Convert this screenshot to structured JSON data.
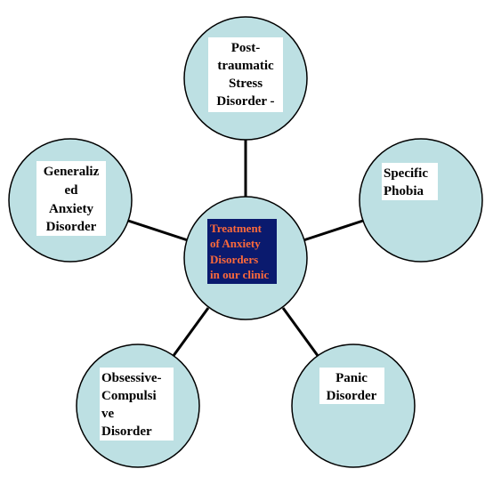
{
  "colors": {
    "node_fill": "#bde0e3",
    "node_stroke": "#000000",
    "line": "#000000",
    "label_bg": "#ffffff",
    "center_label_bg": "#0a1a6e",
    "center_label_text": "#ff6a3a"
  },
  "center": {
    "lines": [
      "Treatment",
      "of Anxiety",
      "Disorders",
      "in our clinic"
    ]
  },
  "nodes": {
    "ptsd": {
      "lines": [
        "Post-",
        "traumatic",
        "Stress",
        "Disorder -"
      ]
    },
    "phobia": {
      "lines": [
        "Specific",
        "Phobia"
      ]
    },
    "panic": {
      "lines": [
        "Panic",
        "Disorder"
      ]
    },
    "ocd": {
      "lines": [
        "Obsessive-",
        "Compulsi",
        "ve",
        "Disorder"
      ]
    },
    "gad": {
      "lines": [
        "Generaliz",
        "ed",
        "Anxiety",
        "Disorder"
      ]
    }
  }
}
